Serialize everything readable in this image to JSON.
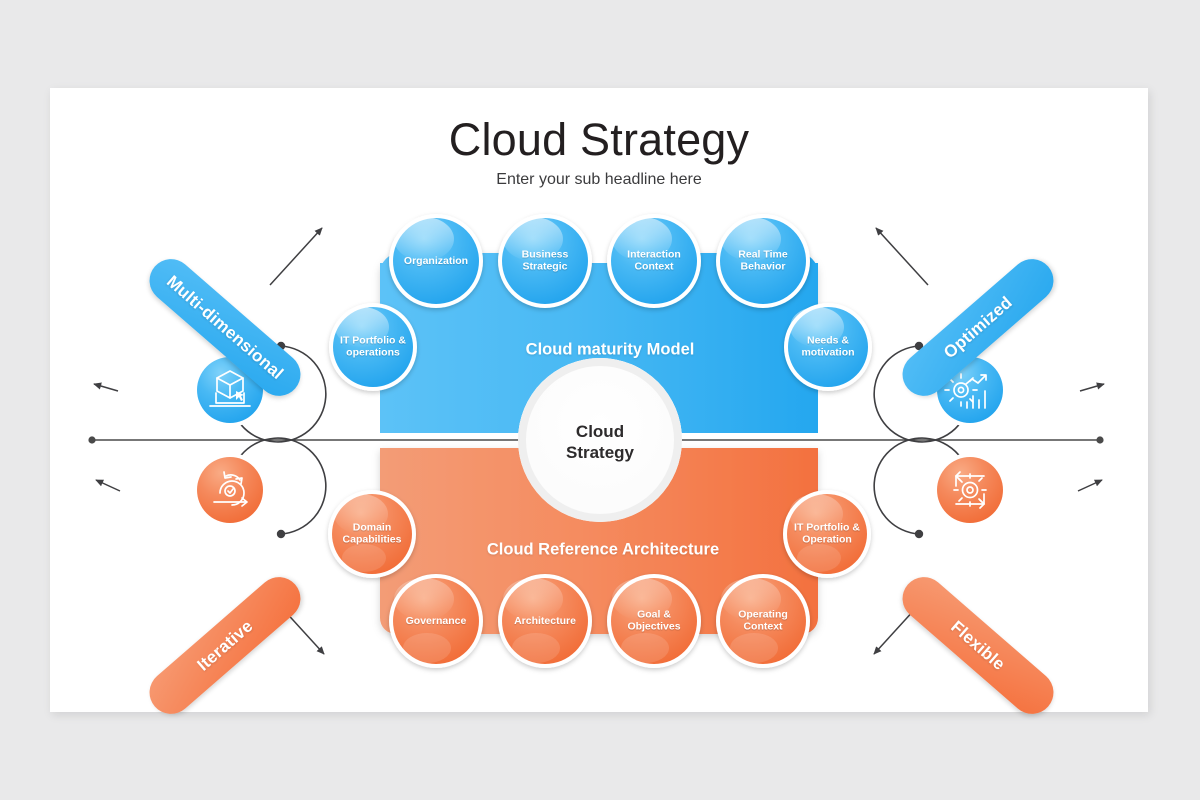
{
  "slide": {
    "title": "Cloud Strategy",
    "subtitle": "Enter your sub headline here"
  },
  "hub": {
    "line1": "Cloud",
    "line2": "Strategy"
  },
  "top_panel": {
    "label": "Cloud maturity Model",
    "color": "#3fb4f3",
    "bubbles": [
      {
        "id": "organization",
        "line1": "Organization",
        "line2": ""
      },
      {
        "id": "business",
        "line1": "Business",
        "line2": "Strategic"
      },
      {
        "id": "interaction",
        "line1": "Interaction",
        "line2": "Context"
      },
      {
        "id": "realtime",
        "line1": "Real Time",
        "line2": "Behavior"
      },
      {
        "id": "it-portfolio",
        "line1": "IT Portfolio &",
        "line2": "operations"
      },
      {
        "id": "needs",
        "line1": "Needs &",
        "line2": "motivation"
      }
    ]
  },
  "bottom_panel": {
    "label": "Cloud Reference Architecture",
    "color": "#f4824f",
    "bubbles": [
      {
        "id": "domain",
        "line1": "Domain",
        "line2": "Capabilities"
      },
      {
        "id": "it-portfolio-2",
        "line1": "IT Portfolio &",
        "line2": "Operation"
      },
      {
        "id": "governance",
        "line1": "Governance",
        "line2": ""
      },
      {
        "id": "architecture",
        "line1": "Architecture",
        "line2": ""
      },
      {
        "id": "goal",
        "line1": "Goal &",
        "line2": "Objectives"
      },
      {
        "id": "operating",
        "line1": "Operating",
        "line2": "Context"
      }
    ]
  },
  "corner_labels": [
    {
      "id": "multi-dimensional",
      "text": "Multi-dimensional",
      "color": "#3fb4f3",
      "icon": "cube-laptop-icon"
    },
    {
      "id": "optimized",
      "text": "Optimized",
      "color": "#3fb4f3",
      "icon": "gear-chart-icon"
    },
    {
      "id": "iterative",
      "text": "Iterative",
      "color": "#f4824f",
      "icon": "agile-cycle-icon"
    },
    {
      "id": "flexible",
      "text": "Flexible",
      "color": "#f4824f",
      "icon": "gear-workflow-icon"
    }
  ],
  "axis": {
    "line_color": "#4a4a4a"
  }
}
